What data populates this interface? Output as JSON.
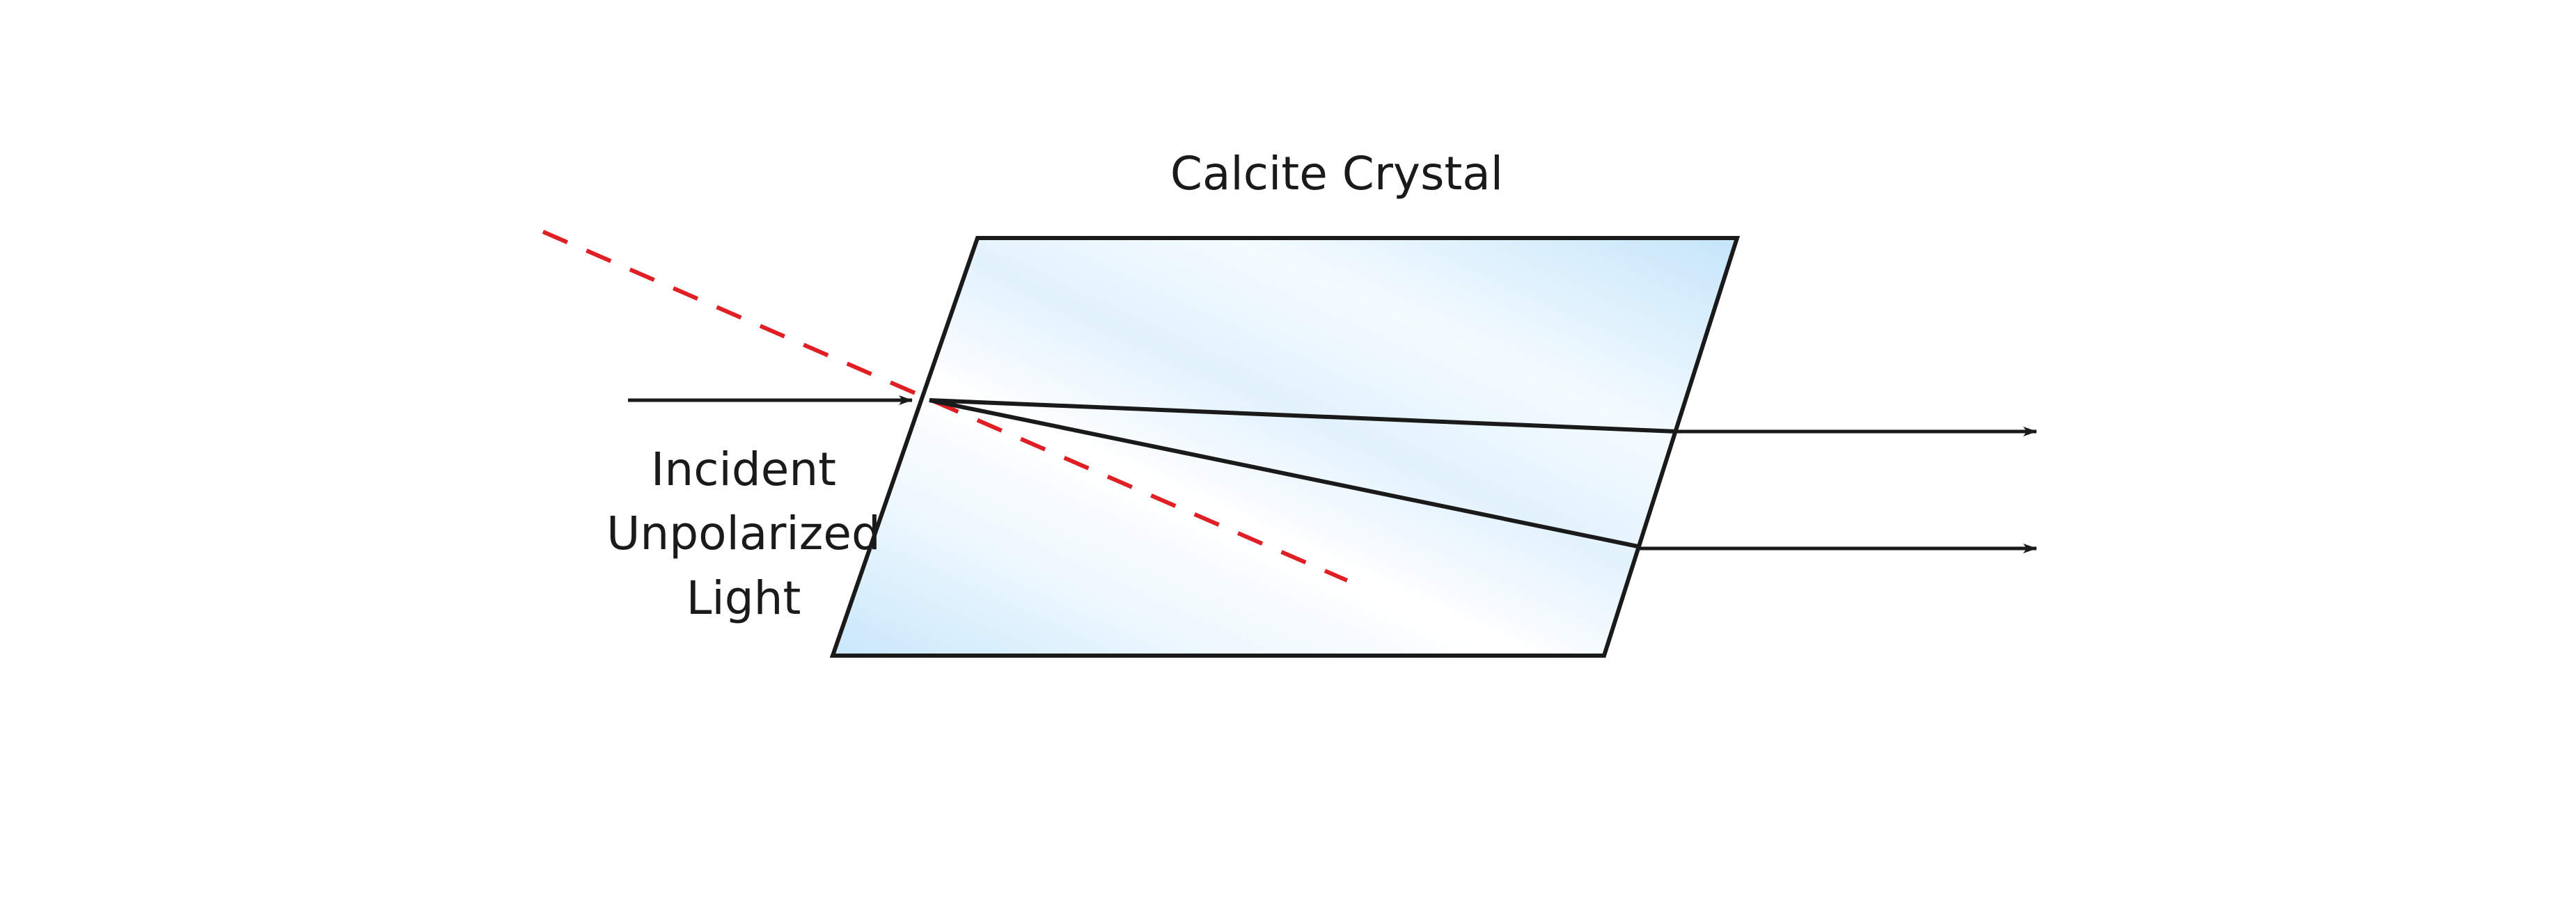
{
  "diagram": {
    "title": "Calcite Crystal",
    "incident_label": {
      "line1": "Incident",
      "line2": "Unpolarized",
      "line3": "Light"
    }
  },
  "colors": {
    "crystal_light": "#ffffff",
    "crystal_mid": "#e4f3fd",
    "crystal_deep": "#c7e6fb",
    "outline": "#1a1a1a",
    "ray": "#1a1a1a",
    "normal_dashed": "#e01f25"
  }
}
